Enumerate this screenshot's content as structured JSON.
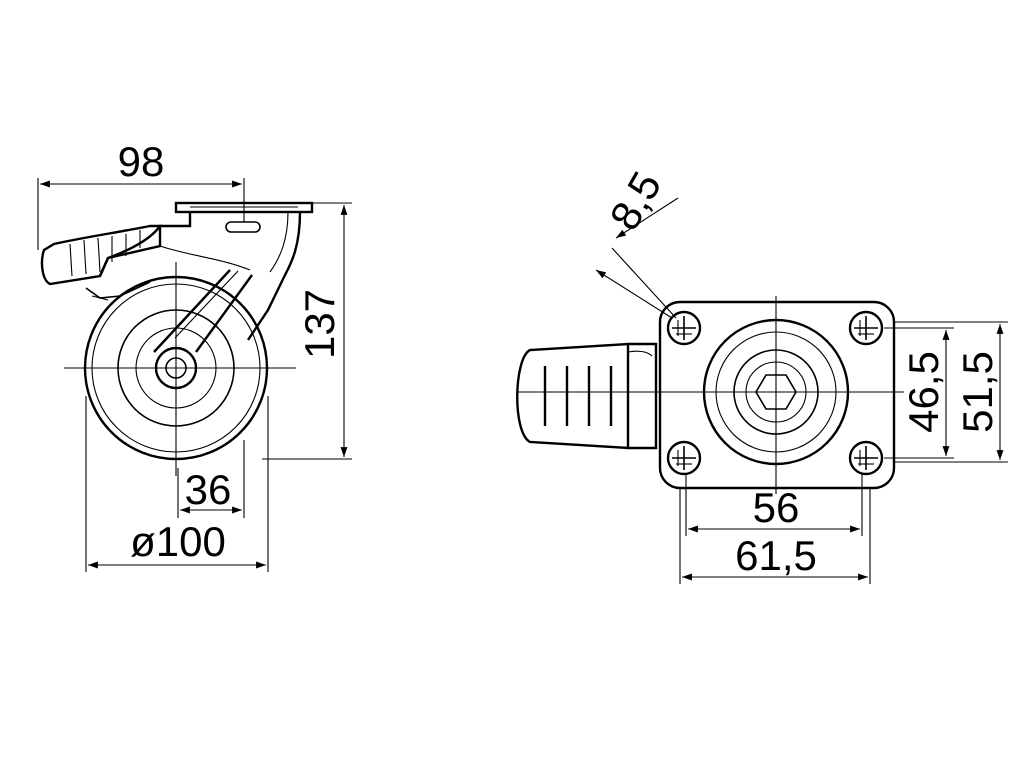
{
  "drawing": {
    "side_view": {
      "overall_width": "98",
      "overall_height": "137",
      "wheel_width": "36",
      "wheel_diameter": "ø100"
    },
    "top_view": {
      "bolt_hole_diameter": "8,5",
      "bolt_spacing_y": "46,5",
      "plate_height": "51,5",
      "bolt_spacing_x": "56",
      "plate_width": "61,5"
    }
  }
}
